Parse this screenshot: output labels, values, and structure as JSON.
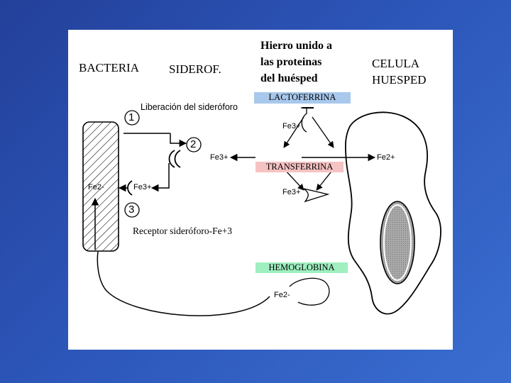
{
  "labels": {
    "bacteria": "BACTERIA",
    "sideroforo": "SIDEROF.",
    "hierro_line1": "Hierro unido a",
    "hierro_line2": "las proteinas",
    "hierro_line3": "del huésped",
    "celula_line1": "CELULA",
    "celula_line2": "HUESPED",
    "liberacion": "Liberación del sideróforo",
    "receptor": "Receptor sideróforo-Fe+3"
  },
  "proteins": {
    "lactoferrina": "LACTOFERRINA",
    "transferrina": "TRANSFERRINA",
    "hemoglobina": "HEMOGLOBINA"
  },
  "ions": {
    "fe3_lacto": "Fe3+",
    "fe3_transf": "Fe3+",
    "fe3_center": "Fe3+",
    "fe2_right": "Fe2+",
    "fe2_hemo": "Fe2-",
    "fe2_left": "Fe2-",
    "fe3_left": "Fe3+"
  },
  "steps": [
    "1",
    "2",
    "3"
  ],
  "colors": {
    "lactoferrina_box": "#a8c8ec",
    "transferrina_box": "#f6c3c3",
    "hemoglobina_box": "#9fefc0",
    "nucleus_fill": "#a9a9a9"
  }
}
